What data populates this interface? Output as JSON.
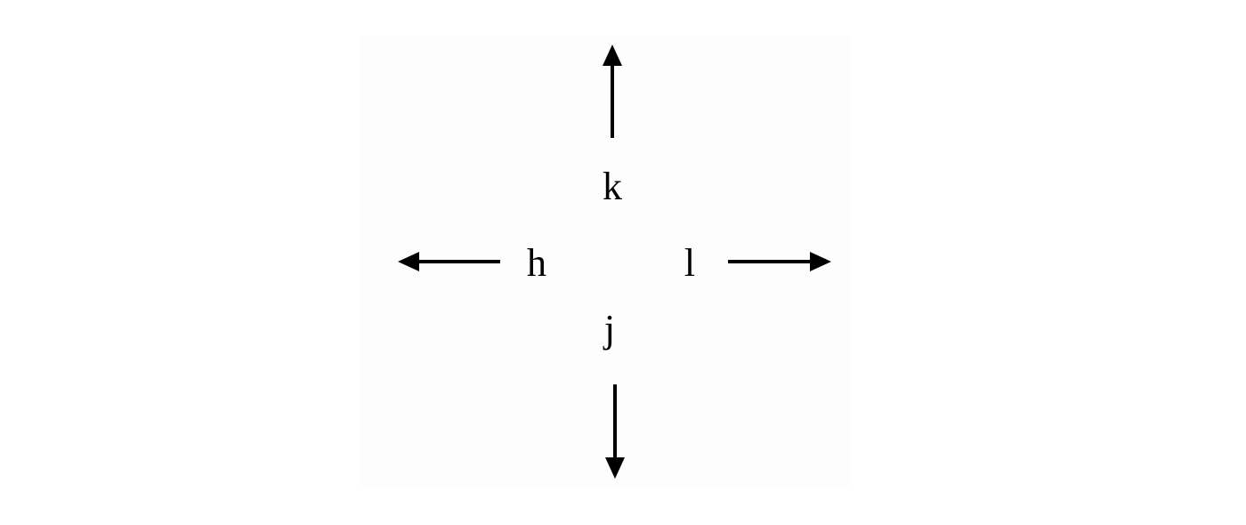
{
  "keys": {
    "up": "k",
    "left": "h",
    "right": "l",
    "down": "j"
  },
  "colors": {
    "ink": "#000000",
    "background": "#ffffff",
    "panel": "#fdfdfd"
  },
  "icons": {
    "up": "arrow-up-icon",
    "left": "arrow-left-icon",
    "right": "arrow-right-icon",
    "down": "arrow-down-icon"
  }
}
